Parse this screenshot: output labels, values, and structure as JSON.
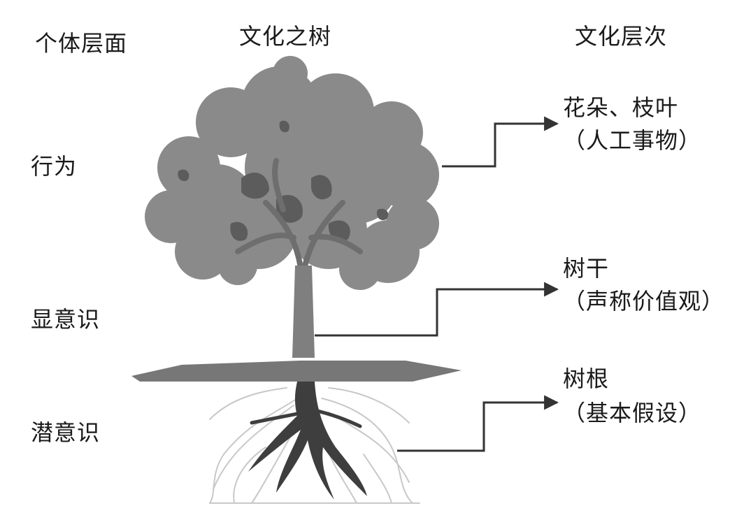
{
  "headers": {
    "individual_level": "个体层面",
    "culture_tree": "文化之树",
    "culture_level": "文化层次"
  },
  "individual_levels": {
    "behavior": "行为",
    "conscious": "显意识",
    "subconscious": "潜意识"
  },
  "culture_levels": {
    "flowers": {
      "title": "花朵、枝叶",
      "detail": "（人工事物）"
    },
    "trunk": {
      "title": "树干",
      "detail": "（声称价值观）"
    },
    "roots": {
      "title": "树根",
      "detail": "（基本假设）"
    }
  },
  "colors": {
    "canopy": "#8a8a8a",
    "canopy_dark": "#5c5c5c",
    "trunk": "#7f7f7f",
    "ground": "#777777",
    "roots": "#3e3e3e",
    "fine_roots": "#c8c8c8",
    "connector": "#333333"
  }
}
